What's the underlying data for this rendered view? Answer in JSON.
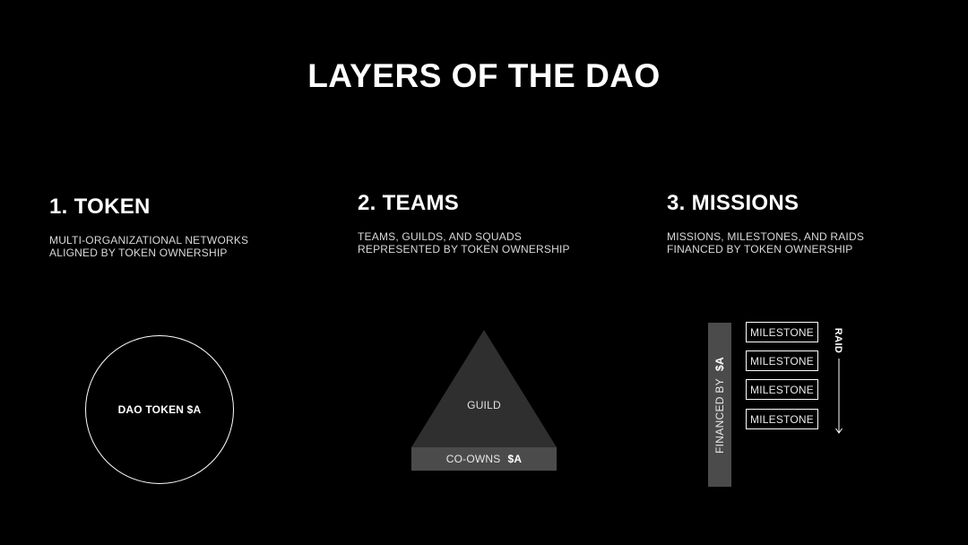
{
  "slide": {
    "title": "LAYERS OF THE DAO"
  },
  "columns": [
    {
      "heading": "1. TOKEN",
      "desc_lines": [
        "MULTI-ORGANIZATIONAL NETWORKS",
        "ALIGNED BY TOKEN OWNERSHIP"
      ]
    },
    {
      "heading": "2. TEAMS",
      "desc_lines": [
        "TEAMS, GUILDS, AND SQUADS",
        "REPRESENTED BY TOKEN OWNERSHIP"
      ]
    },
    {
      "heading": "3. MISSIONS",
      "desc_lines": [
        "MISSIONS, MILESTONES, AND RAIDS",
        "FINANCED BY TOKEN OWNERSHIP"
      ]
    }
  ],
  "token_diagram": {
    "circle_label": "DAO TOKEN $A"
  },
  "teams_diagram": {
    "triangle_label": "GUILD",
    "base_text": "CO-OWNS",
    "base_token": "$A"
  },
  "missions_diagram": {
    "financed_text": "FINANCED BY",
    "financed_token": "$A",
    "milestones": [
      "MILESTONE",
      "MILESTONE",
      "MILESTONE",
      "MILESTONE"
    ],
    "raid_label": "RAID"
  },
  "colors": {
    "background": "#000000",
    "foreground": "#ffffff",
    "shape_fill": "#2f2f2f",
    "bar_fill": "#4b4b4b"
  }
}
